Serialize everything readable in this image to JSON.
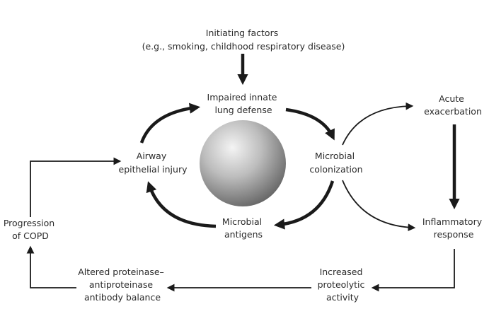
{
  "nodes": {
    "initiating": {
      "lines": [
        "Initiating factors",
        "(e.g., smoking, childhood respiratory disease)"
      ]
    },
    "impaired": {
      "lines": [
        "Impaired innate",
        "lung defense"
      ]
    },
    "colonization": {
      "lines": [
        "Microbial",
        "colonization"
      ]
    },
    "antigens": {
      "lines": [
        "Microbial",
        "antigens"
      ]
    },
    "airway": {
      "lines": [
        "Airway",
        "epithelial injury"
      ]
    },
    "acute": {
      "lines": [
        "Acute",
        "exacerbation"
      ]
    },
    "inflammatory": {
      "lines": [
        "Inflammatory",
        "response"
      ]
    },
    "proteolytic": {
      "lines": [
        "Increased",
        "proteolytic",
        "activity"
      ]
    },
    "proteinase": {
      "lines": [
        "Altered proteinase–",
        "antiproteinase",
        "antibody balance"
      ]
    },
    "progression": {
      "lines": [
        "Progression",
        "of COPD"
      ]
    }
  },
  "colors": {
    "ink": "#1a1a1a",
    "text": "#2b2b2b",
    "sphere_light": "#f2f2f2",
    "sphere_dark": "#6e6e6e"
  }
}
